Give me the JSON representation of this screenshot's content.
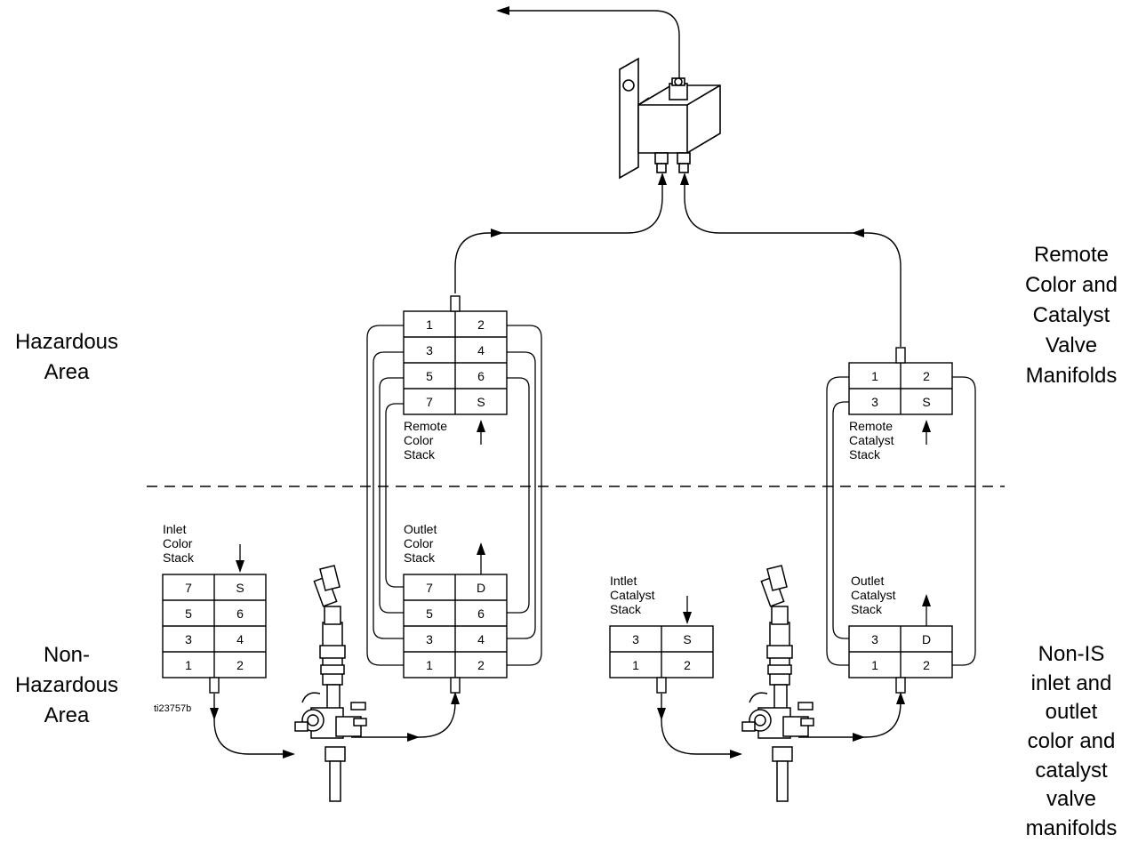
{
  "labels": {
    "hazardous": "Hazardous\nArea",
    "non_hazardous": "Non-\nHazardous\nArea",
    "remote_manifolds": "Remote\nColor and\nCatalyst\nValve\nManifolds",
    "non_is_manifolds": "Non-IS\ninlet and\noutlet\ncolor and\ncatalyst\nvalve\nmanifolds",
    "figure_code": "ti23757b"
  },
  "stacks": {
    "remote_color": {
      "title": "Remote\nColor\nStack",
      "cells": [
        [
          "1",
          "2"
        ],
        [
          "3",
          "4"
        ],
        [
          "5",
          "6"
        ],
        [
          "7",
          "S"
        ]
      ]
    },
    "remote_catalyst": {
      "title": "Remote\nCatalyst\nStack",
      "cells": [
        [
          "1",
          "2"
        ],
        [
          "3",
          "S"
        ]
      ]
    },
    "inlet_color": {
      "title": "Inlet\nColor\nStack",
      "cells": [
        [
          "7",
          "S"
        ],
        [
          "5",
          "6"
        ],
        [
          "3",
          "4"
        ],
        [
          "1",
          "2"
        ]
      ]
    },
    "outlet_color": {
      "title": "Outlet\nColor\nStack",
      "cells": [
        [
          "7",
          "D"
        ],
        [
          "5",
          "6"
        ],
        [
          "3",
          "4"
        ],
        [
          "1",
          "2"
        ]
      ]
    },
    "inlet_catalyst": {
      "title": "Intlet\nCatalyst\nStack",
      "cells": [
        [
          "3",
          "S"
        ],
        [
          "1",
          "2"
        ]
      ]
    },
    "outlet_catalyst": {
      "title": "Outlet\nCatalyst\nStack",
      "cells": [
        [
          "3",
          "D"
        ],
        [
          "1",
          "2"
        ]
      ]
    }
  },
  "icons": {
    "mix_manifold": "mix-manifold-icon",
    "dose_valve": "dose-valve-icon"
  }
}
